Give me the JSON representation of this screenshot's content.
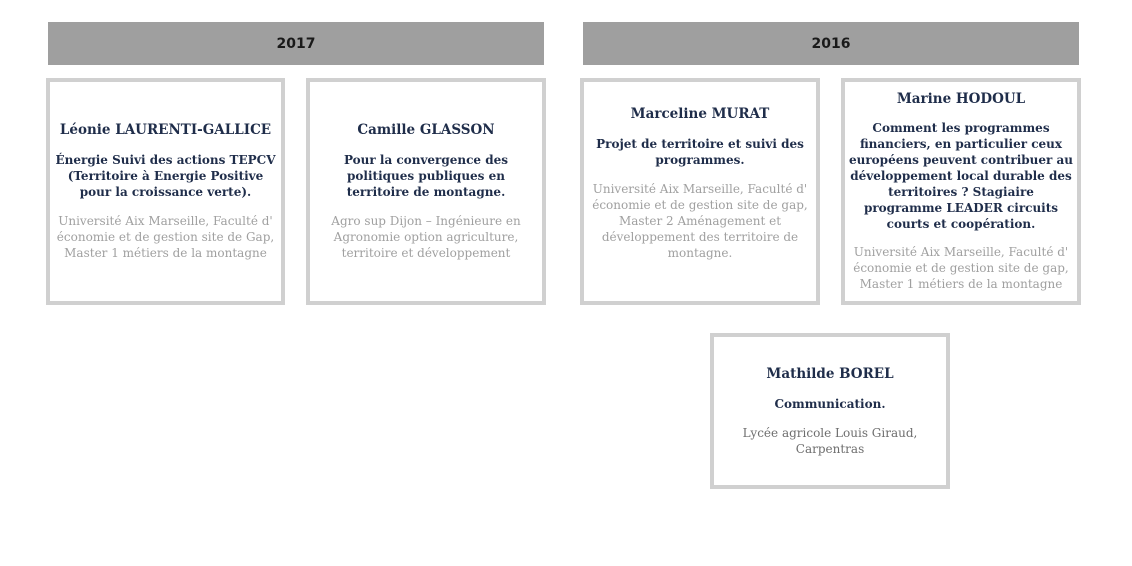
{
  "years": [
    {
      "label": "2017"
    },
    {
      "label": "2016"
    }
  ],
  "cards": [
    {
      "name": "Léonie LAURENTI-GALLICE",
      "role": "Énergie Suivi des actions TEPCV (Territoire à Energie Positive pour la croissance verte).",
      "school": "Université Aix Marseille, Faculté d' économie et de gestion site de Gap, Master 1 métiers de la montagne"
    },
    {
      "name": "Camille GLASSON",
      "role": "Pour la convergence des politiques publiques en territoire de montagne.",
      "school": "Agro sup Dijon – Ingénieure en Agronomie option agriculture, territoire et développement"
    },
    {
      "name": "Marceline MURAT",
      "role": "Projet de territoire et suivi des programmes.",
      "school": "Université Aix Marseille, Faculté d' économie et de gestion site de gap, Master 2 Aménagement et développement des territoire de montagne."
    },
    {
      "name": "Marine HODOUL",
      "role": "Comment les programmes financiers, en particulier ceux européens peuvent contribuer au développement local durable des territoires ? Stagiaire programme LEADER circuits courts et coopération.",
      "school": "Université Aix Marseille, Faculté d' économie et de gestion site de gap, Master 1 métiers de la montagne"
    },
    {
      "name": "Mathilde BOREL",
      "role": "Communication.",
      "school": "Lycée agricole Louis Giraud, Carpentras"
    }
  ]
}
